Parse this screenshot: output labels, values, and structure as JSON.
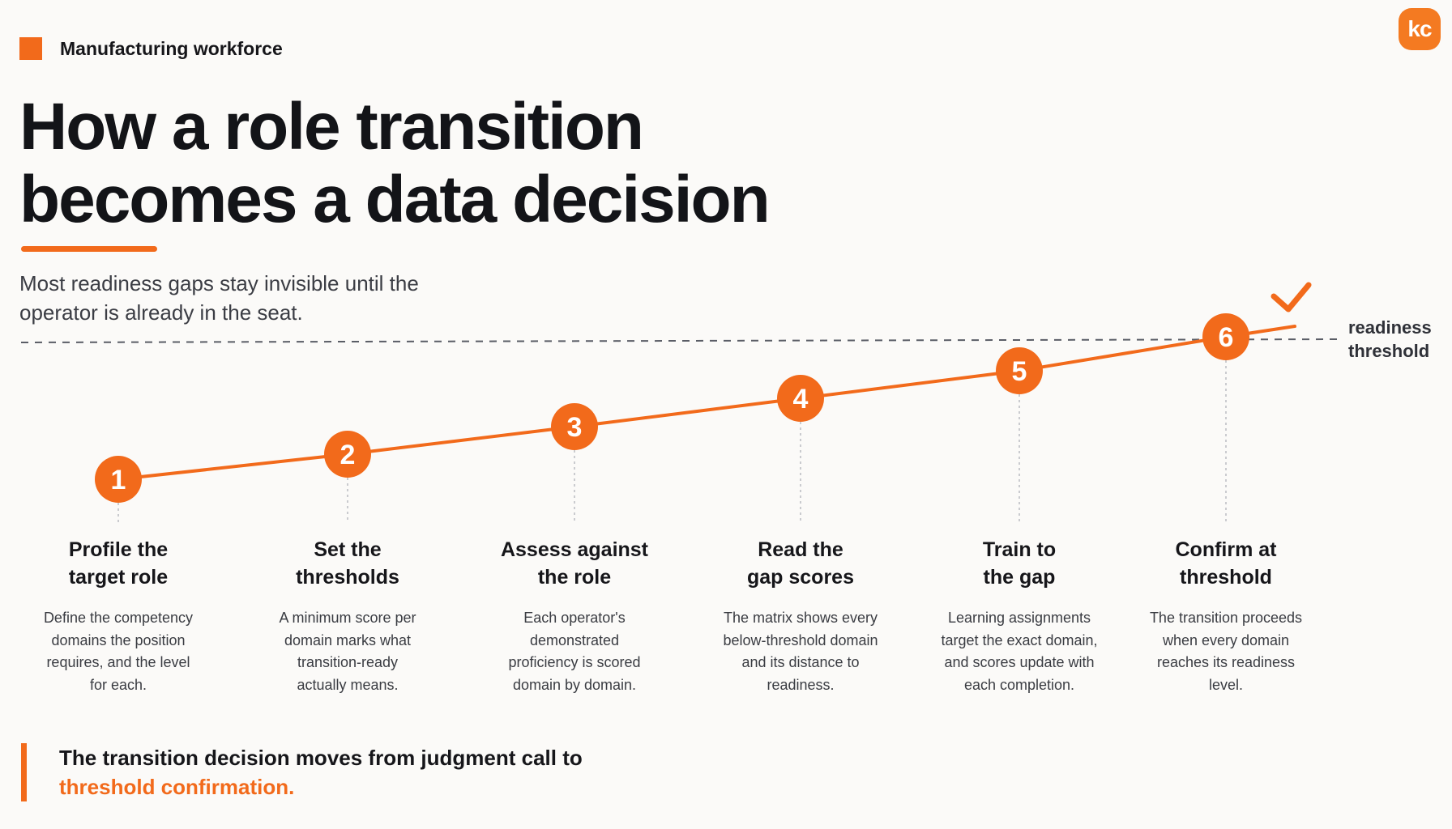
{
  "header": {
    "eyebrow": "Manufacturing workforce",
    "logo": "kc",
    "title_line1": "How a role transition",
    "title_line2": "becomes a data decision",
    "subtitle_line1": "Most readiness gaps stay invisible until the",
    "subtitle_line2": "operator is already in the seat."
  },
  "threshold": {
    "label_line1": "readiness",
    "label_line2": "threshold"
  },
  "steps": [
    {
      "number": "1",
      "title": [
        "Profile the",
        "target role"
      ],
      "desc": [
        "Define the competency",
        "domains the position",
        "requires, and the level",
        "for each."
      ]
    },
    {
      "number": "2",
      "title": [
        "Set the",
        "thresholds"
      ],
      "desc": [
        "A minimum score per",
        "domain marks what",
        "transition-ready",
        "actually means."
      ]
    },
    {
      "number": "3",
      "title": [
        "Assess against",
        "the role"
      ],
      "desc": [
        "Each operator's",
        "demonstrated",
        "proficiency is scored",
        "domain by domain."
      ]
    },
    {
      "number": "4",
      "title": [
        "Read the",
        "gap scores"
      ],
      "desc": [
        "The matrix shows every",
        "below-threshold domain",
        "and its distance to",
        "readiness."
      ]
    },
    {
      "number": "5",
      "title": [
        "Train to",
        "the gap"
      ],
      "desc": [
        "Learning assignments",
        "target the exact domain,",
        "and scores update with",
        "each completion."
      ]
    },
    {
      "number": "6",
      "title": [
        "Confirm at",
        "threshold"
      ],
      "desc": [
        "The transition proceeds",
        "when every domain",
        "reaches its readiness",
        "level."
      ]
    }
  ],
  "takeaway": {
    "line1": "The transition decision moves from judgment call to",
    "line2": "threshold confirmation."
  },
  "colors": {
    "accent": "#f26a1b",
    "text": "#16161a",
    "background": "#fbfaf8"
  },
  "icons": {
    "check": "check-icon"
  }
}
